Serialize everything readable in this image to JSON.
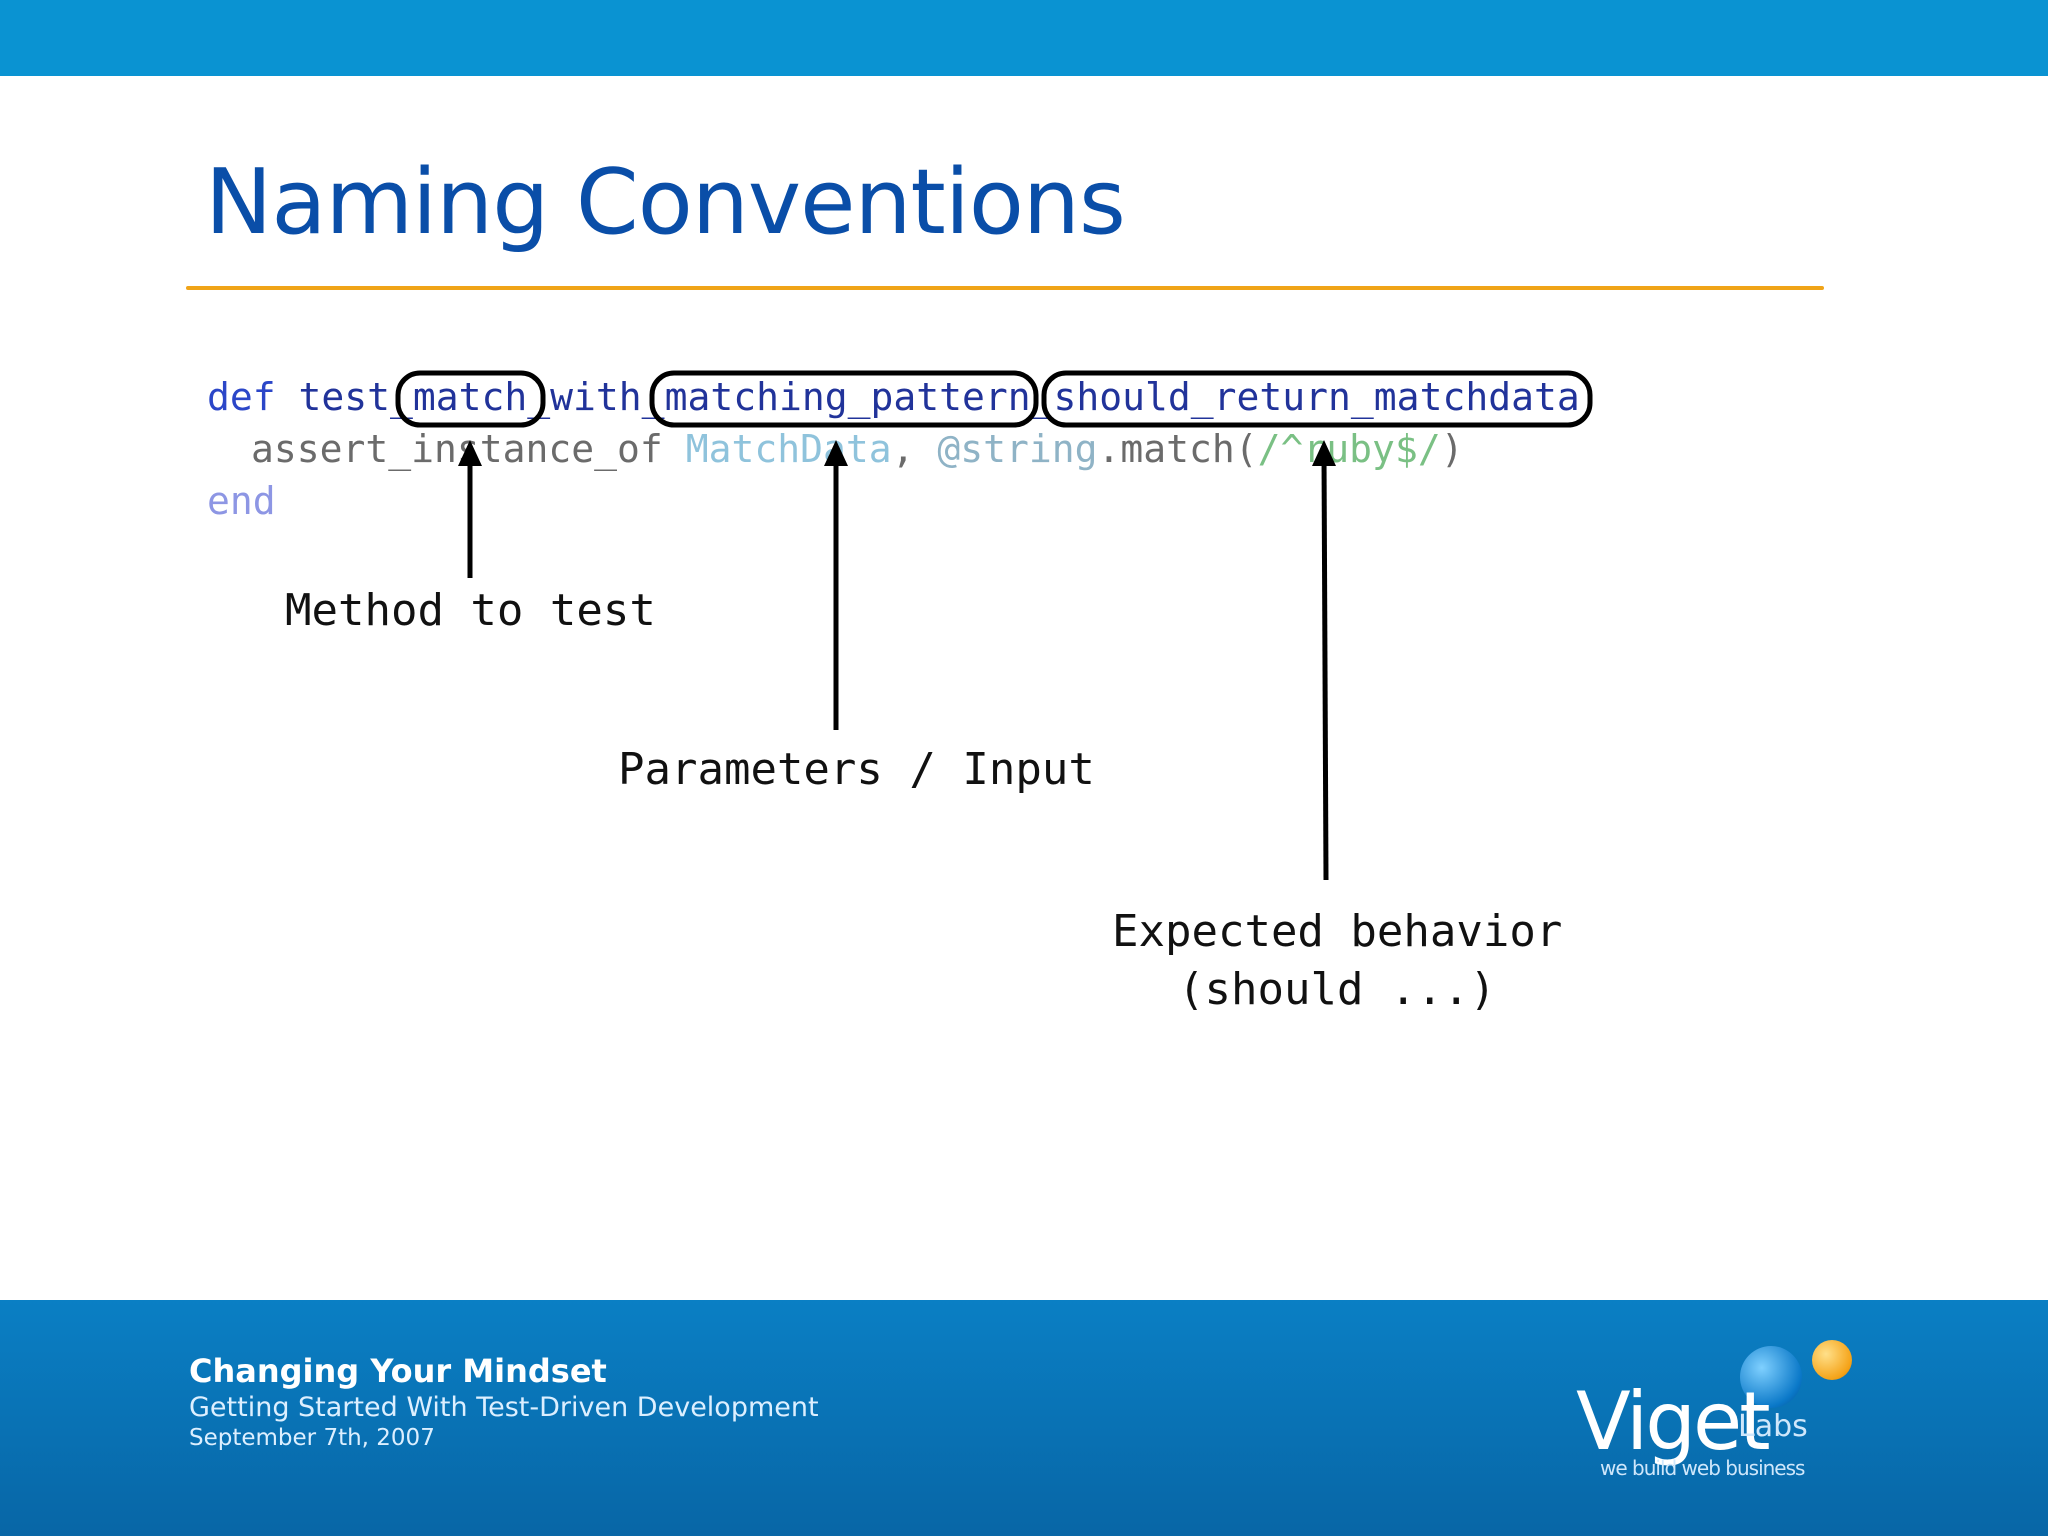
{
  "slide": {
    "title": "Naming Conventions"
  },
  "code": {
    "line1": {
      "def": "def ",
      "test": "test_",
      "method": "match",
      "sep": "_with_",
      "params": "matching_pattern",
      "sep2": "_",
      "expectation": "should_return_matchdata"
    },
    "line2": {
      "call": "assert_instance_of ",
      "const": "MatchData",
      "comma": ", ",
      "ivar": "@string",
      "dot": ".match(",
      "regex": "/^ruby$/",
      "close": ")"
    },
    "line3": {
      "end": "end"
    }
  },
  "annotations": {
    "method": "Method to test",
    "params": "Parameters / Input",
    "expected_line1": "Expected behavior",
    "expected_line2": "(should ...)"
  },
  "footer": {
    "title": "Changing Your Mindset",
    "subtitle": "Getting Started With Test-Driven Development",
    "date": "September 7th, 2007"
  },
  "logo": {
    "wordmark": "Viget",
    "labs": "Labs",
    "tagline": "we build web business",
    "colors": {
      "blue_dot": "#0a78c8",
      "orange_dot": "#f5a318"
    }
  },
  "colors": {
    "top_bar": "#0a93d2",
    "title": "#0a4ea8",
    "title_rule": "#f0a418",
    "footer": "#0a7fc4"
  }
}
